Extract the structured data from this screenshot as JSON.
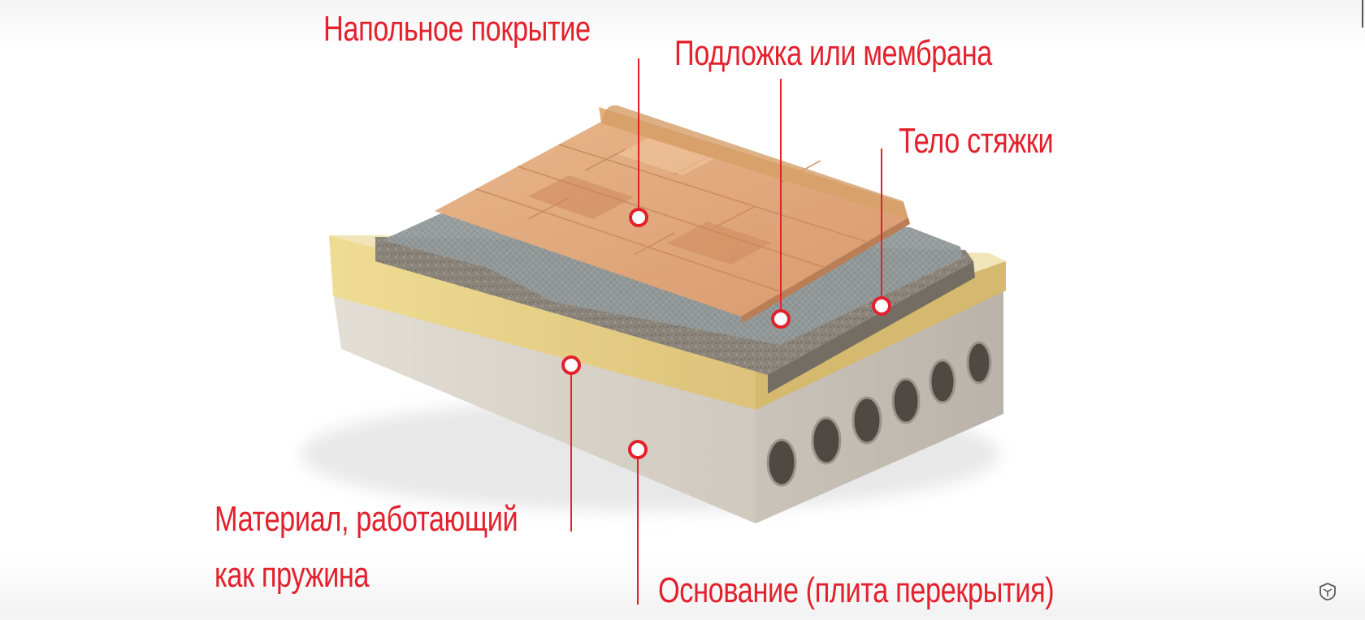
{
  "diagram": {
    "labels": {
      "flooring": "Напольное покрытие",
      "underlay": "Подложка или мембрана",
      "screed": "Тело стяжки",
      "spring_line1": "Материал, работающий",
      "spring_line2": "как пружина",
      "base": "Основание (плита перекрытия)"
    },
    "colors": {
      "accent": "#e3212d",
      "wood": "#e0a57a",
      "membrane": "#8f9595",
      "screed": "#8c857c",
      "insulation": "#e6cf84",
      "slab": "#d8d2c8"
    },
    "icons": [
      "channel-logo-icon"
    ]
  }
}
